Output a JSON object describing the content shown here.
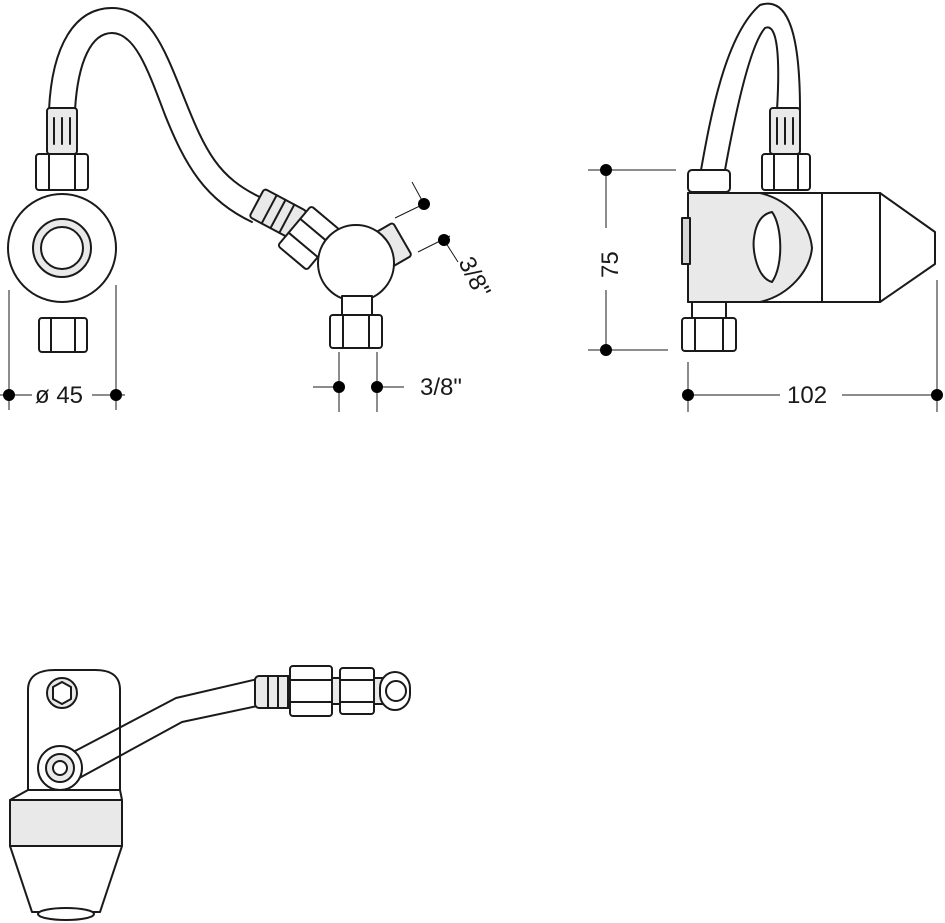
{
  "dimensions": {
    "diameter": "ø 45",
    "side_port": "3/8\"",
    "bottom_port": "3/8\"",
    "height": "75",
    "length": "102"
  }
}
